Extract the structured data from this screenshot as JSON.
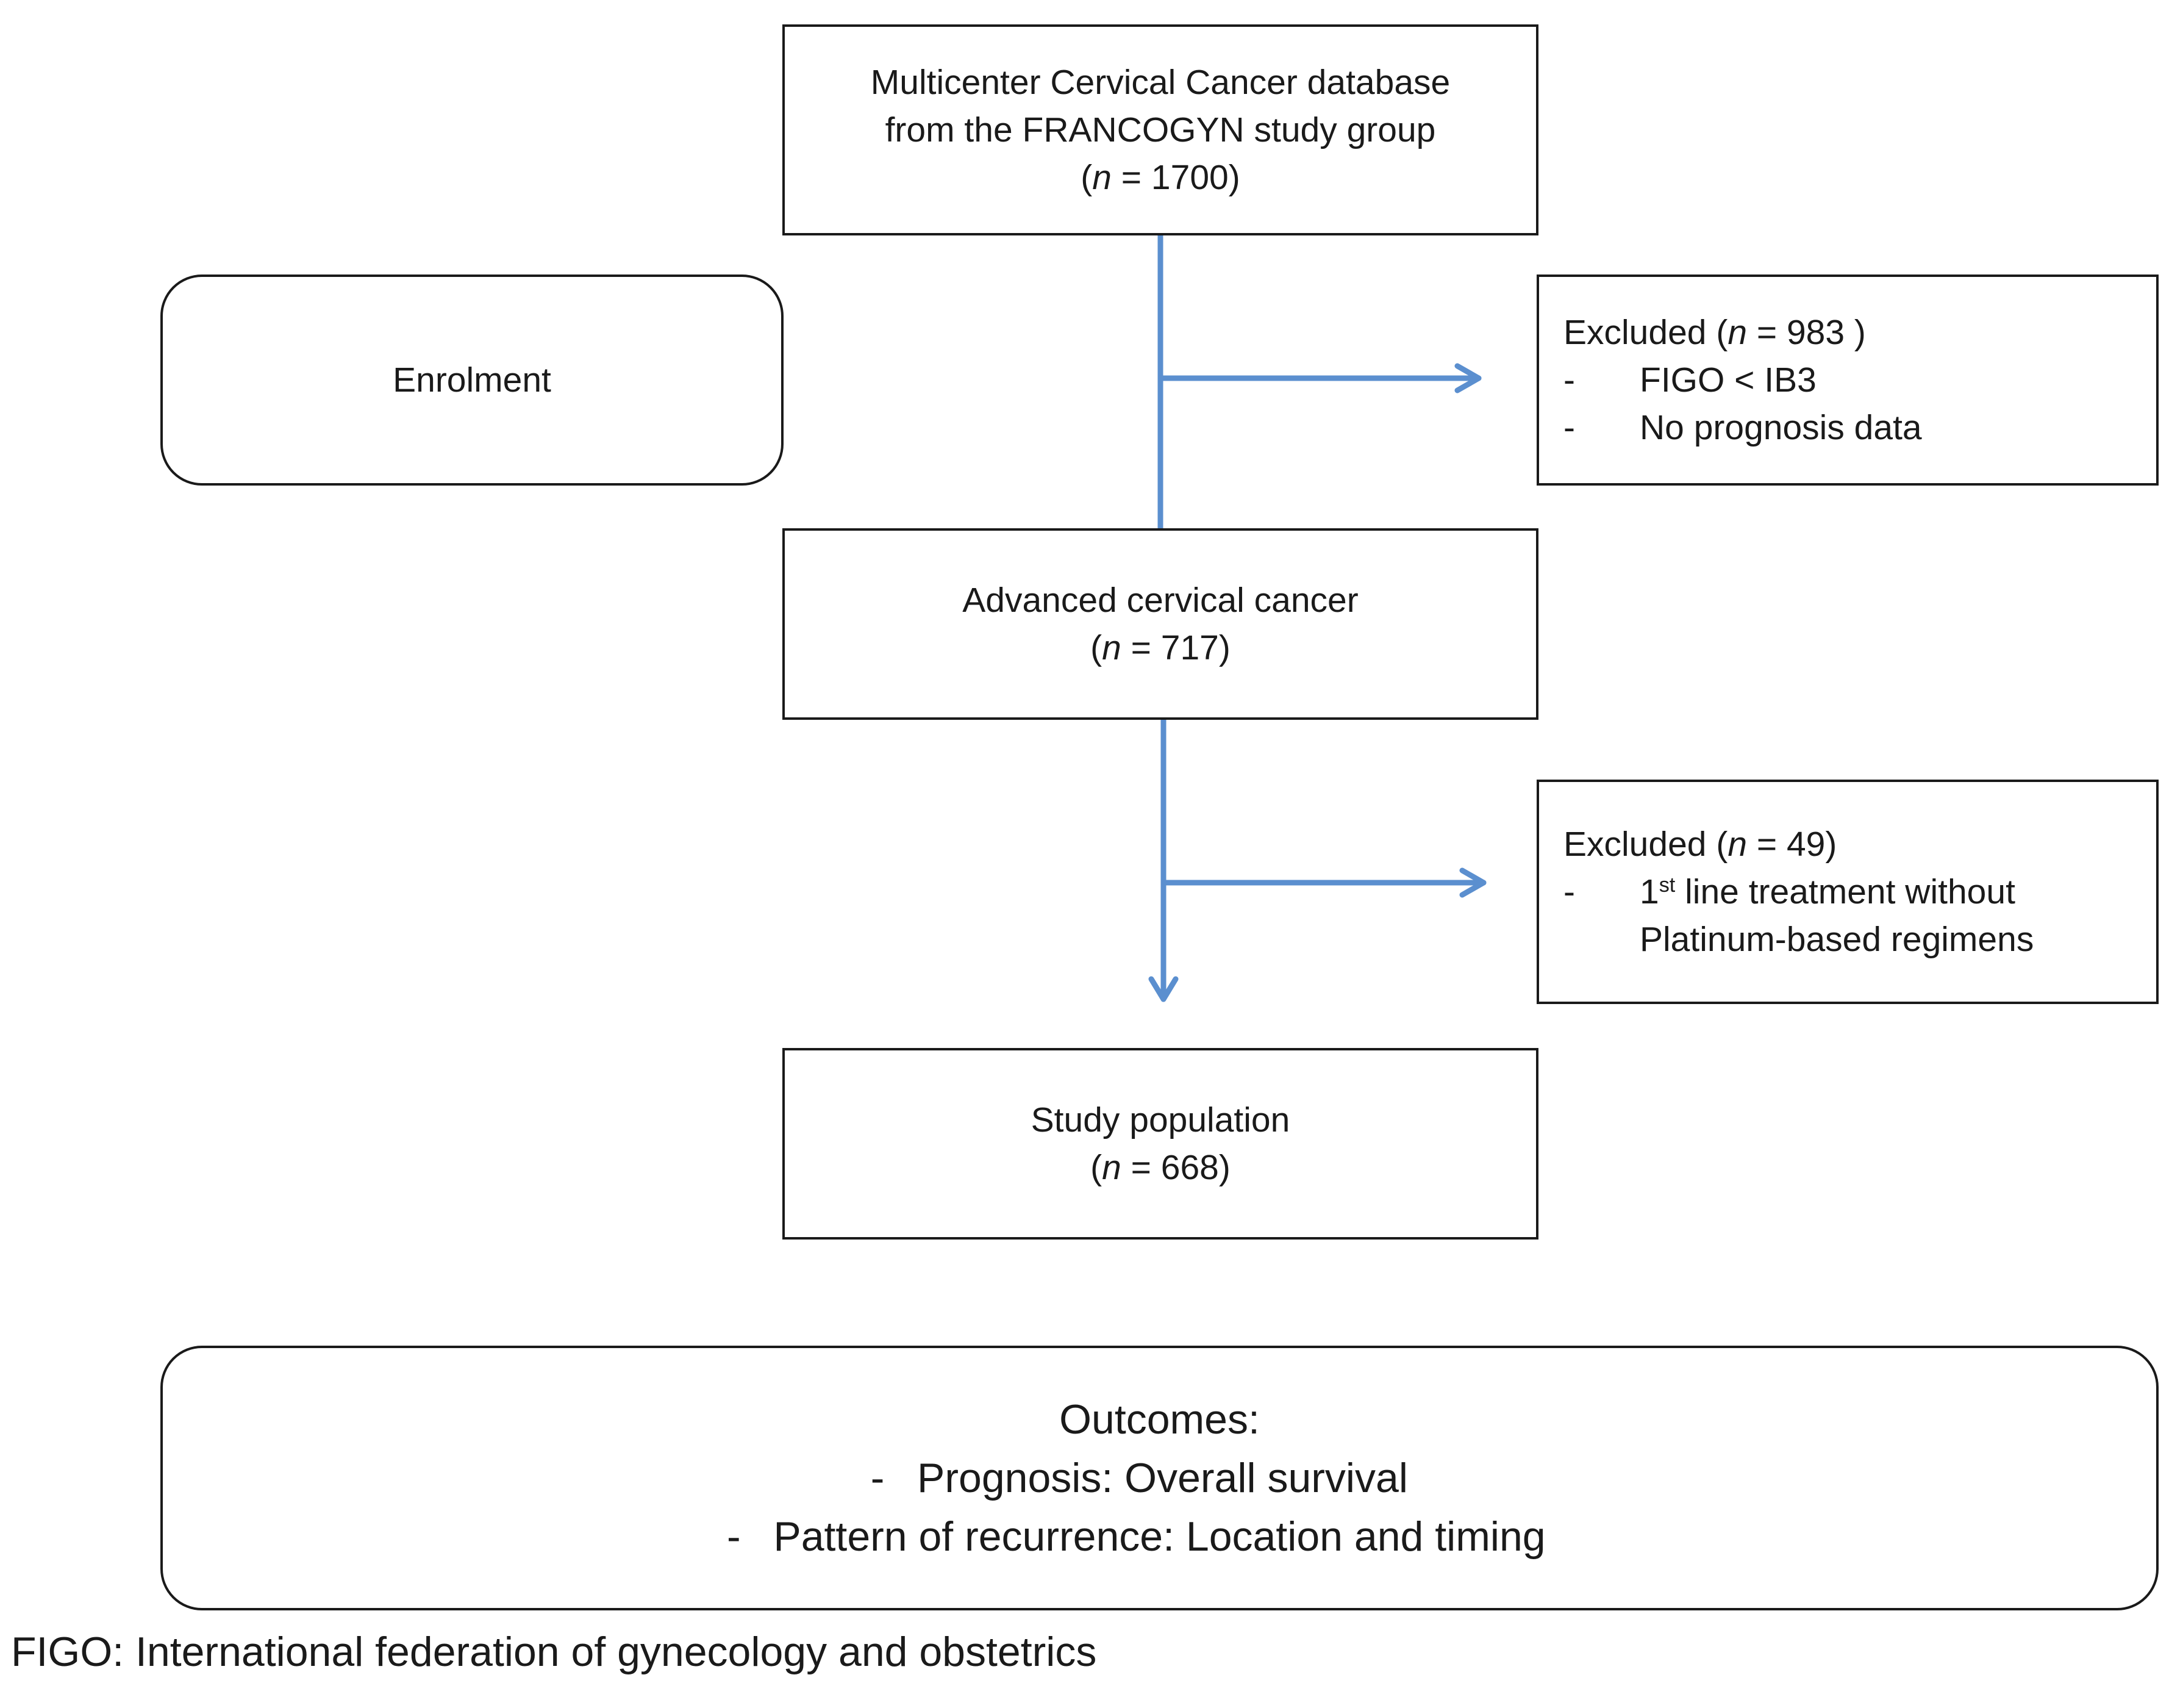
{
  "colors": {
    "arrow": "#5b8fcf",
    "border": "#1a1a1a"
  },
  "source_box": {
    "line1": "Multicenter Cervical Cancer database",
    "line2": "from the FRANCOGYN study group",
    "n_symbol": "n",
    "n_value": " = 1700"
  },
  "enrolment_box": {
    "label": "Enrolment"
  },
  "excluded_1": {
    "label": "Excluded (",
    "n_symbol": "n",
    "n_value": " = 983 )",
    "items": [
      "FIGO < IB3",
      "No prognosis data"
    ]
  },
  "advanced_box": {
    "line1": "Advanced cervical cancer",
    "n_symbol": "n",
    "n_value": " = 717"
  },
  "excluded_2": {
    "label": "Excluded (",
    "n_symbol": "n",
    "n_value": " = 49)",
    "item_prefix": "1",
    "item_sup": "st",
    "item_rest": " line treatment without",
    "item_cont": "Platinum-based regimens"
  },
  "study_box": {
    "line1": "Study population",
    "n_symbol": "n",
    "n_value": " = 668"
  },
  "outcomes_box": {
    "title": "Outcomes:",
    "items": [
      "Prognosis: Overall survival",
      "Pattern of recurrence: Location and timing"
    ]
  },
  "footnote": "FIGO: International federation of gynecology and obstetrics"
}
